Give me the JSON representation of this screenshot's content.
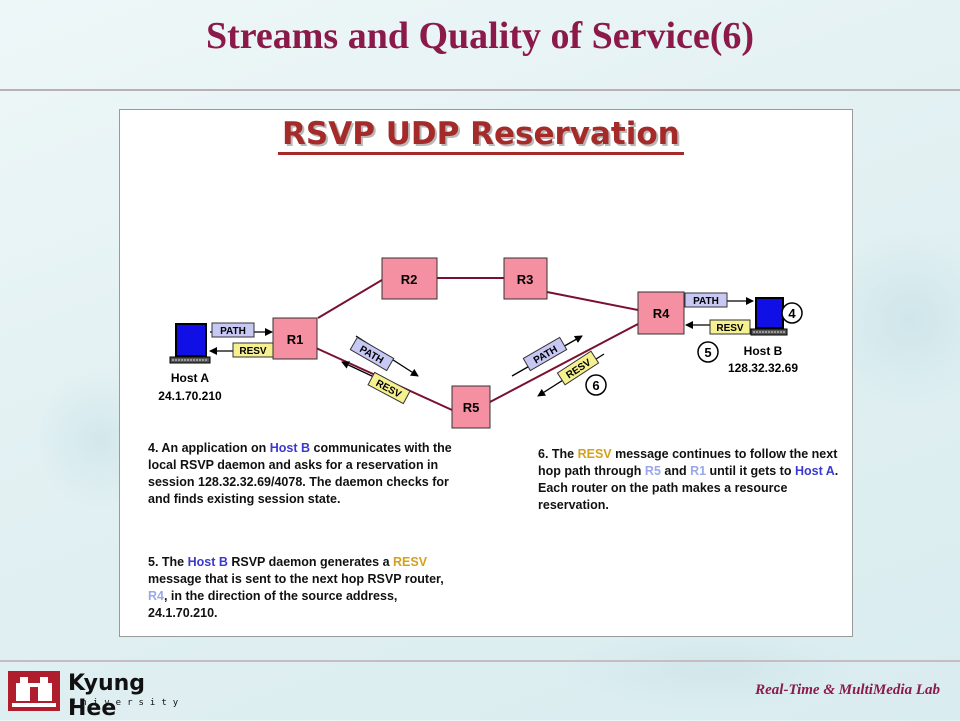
{
  "slide": {
    "title": "Streams and Quality of Service(6)",
    "footer": "Real-Time & MultiMedia Lab"
  },
  "logo": {
    "name": "Kyung Hee",
    "subtitle": "University"
  },
  "diagram": {
    "title": "RSVP UDP Reservation",
    "routers": [
      "R1",
      "R2",
      "R3",
      "R4",
      "R5"
    ],
    "messages": {
      "path": "PATH",
      "resv": "RESV"
    },
    "hosts": {
      "a": {
        "name": "Host A",
        "address": "24.1.70.210"
      },
      "b": {
        "name": "Host B",
        "address": "128.32.32.69"
      }
    },
    "steps": {
      "s4": "4",
      "s5": "5",
      "s6": "6"
    },
    "colors": {
      "router_fill": "#f58fa2",
      "path_fill": "#c8c8f5",
      "resv_fill": "#f5f090",
      "host_screen": "#1010e6",
      "link": "#7a1030"
    }
  },
  "notes": {
    "step4": {
      "a": "4. An application on ",
      "b": "Host B",
      "c": " communicates with the local RSVP daemon and asks for a reservation in session 128.32.32.69/4078. The daemon checks for and finds existing session state."
    },
    "step5": {
      "a": "5. The ",
      "b": "Host B",
      "c": " RSVP daemon generates a ",
      "d": "RESV",
      "e": " message that is sent to the next hop RSVP router, ",
      "f": "R4",
      "g": ", in the direction of the source address, 24.1.70.210."
    },
    "step6": {
      "a": "6. The ",
      "b": "RESV",
      "c": " message continues to follow the next hop path through ",
      "d": "R5",
      "e": " and ",
      "f": "R1",
      "g": " until it gets to ",
      "h": "Host A",
      "i": ". Each router on the path makes a resource reservation."
    }
  }
}
